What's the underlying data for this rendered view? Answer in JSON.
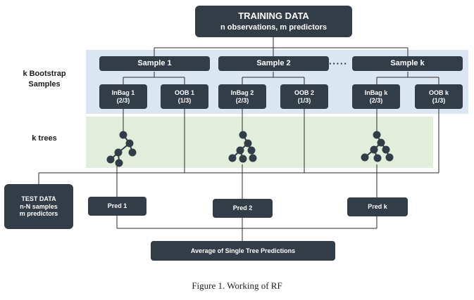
{
  "training_data": {
    "title": "TRAINING DATA",
    "subtitle": "n observations, m predictors"
  },
  "row_labels": {
    "bootstrap_line1": "k Bootstrap",
    "bootstrap_line2": "Samples",
    "trees": "k trees"
  },
  "samples": [
    {
      "label": "Sample 1",
      "inbag_l1": "InBag 1",
      "inbag_l2": "(2/3)",
      "oob_l1": "OOB 1",
      "oob_l2": "(1/3)",
      "pred": "Pred 1"
    },
    {
      "label": "Sample 2",
      "inbag_l1": "InBag 2",
      "inbag_l2": "(2/3)",
      "oob_l1": "OOB 2",
      "oob_l2": "(1/3)",
      "pred": "Pred 2"
    },
    {
      "label": "Sample k",
      "inbag_l1": "InBag k",
      "inbag_l2": "(2/3)",
      "oob_l1": "OOB k",
      "oob_l2": "(1/3)",
      "pred": "Pred k"
    }
  ],
  "ellipsis": "·····",
  "test_data": {
    "line1": "TEST DATA",
    "line2": "n-N samples",
    "line3": "m predictors"
  },
  "average": "Average of Single Tree Predictions",
  "caption": "Figure 1. Working of RF",
  "colors": {
    "box": "#333d48",
    "band_blue": "#dbe6f3",
    "band_green": "#e2eedb",
    "line": "#2a2a2a"
  }
}
